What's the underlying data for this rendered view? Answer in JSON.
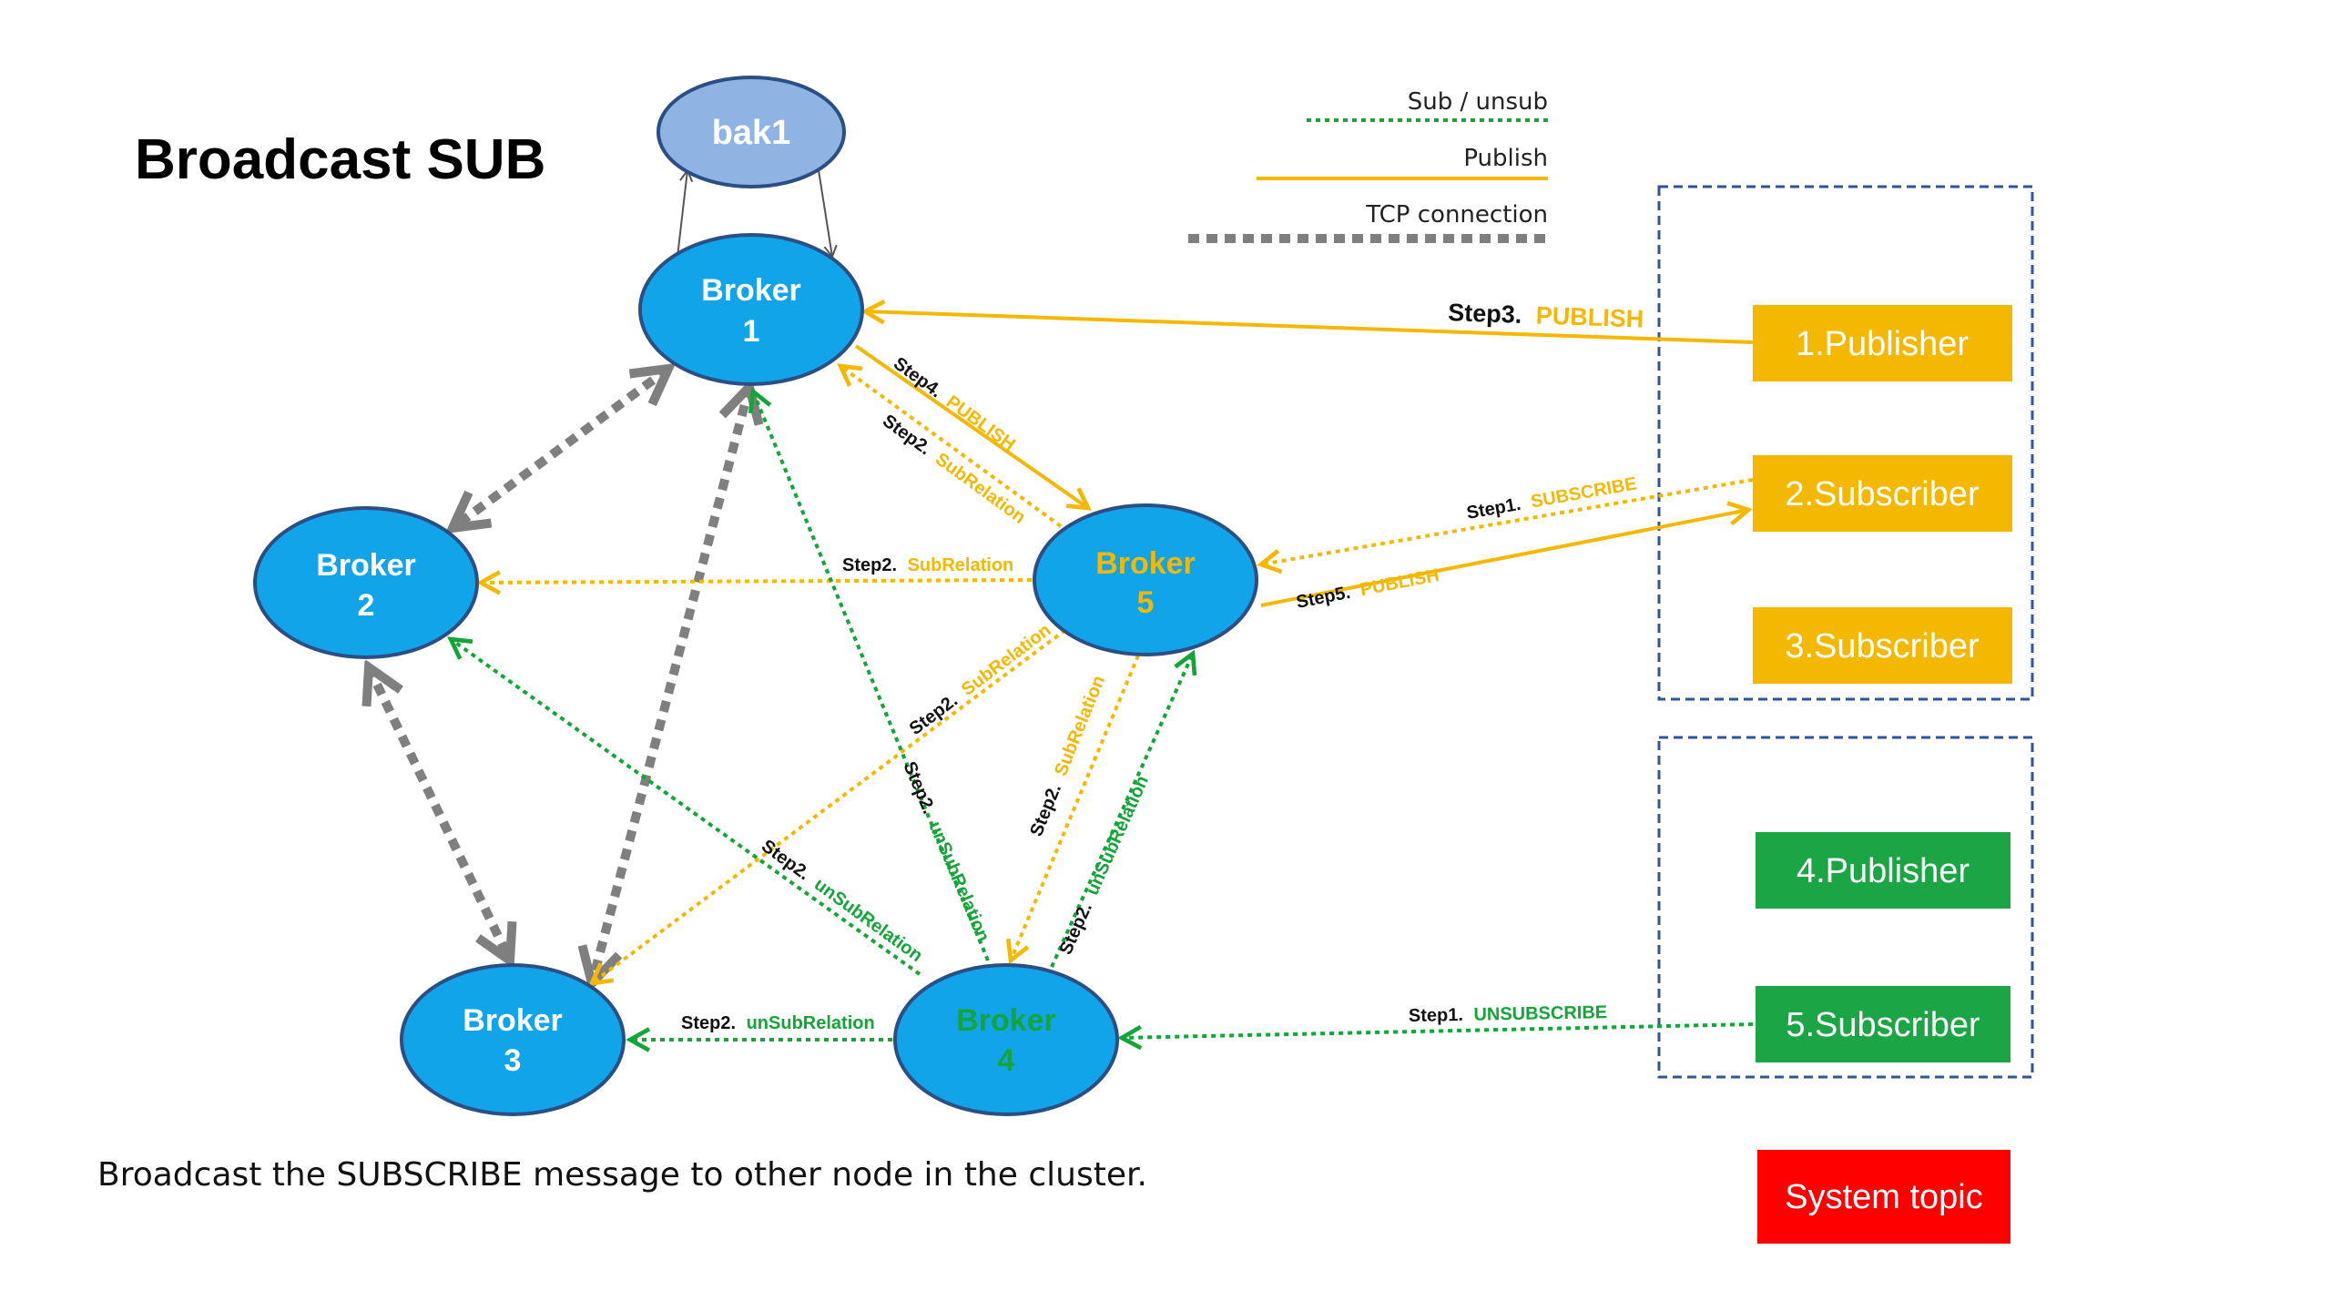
{
  "title": "Broadcast SUB",
  "caption": "Broadcast the SUBSCRIBE message to other node in the cluster.",
  "colors": {
    "node_fill": "#12A4E8",
    "node_stroke": "#2B4F83",
    "bak_fill": "#8EB4E3",
    "publish": "#F5B800",
    "sub": "#13A538",
    "tcp": "#7F7F7F",
    "client_yellow": "#F5B800",
    "client_green": "#1BA545",
    "system_red": "#FF0000",
    "dashed_box": "#2F5597"
  },
  "legend": {
    "sub_unsub": "Sub / unsub",
    "publish": "Publish",
    "tcp": "TCP connection"
  },
  "nodes": {
    "bak1": "bak1",
    "broker1": {
      "line1": "Broker",
      "line2": "1"
    },
    "broker2": {
      "line1": "Broker",
      "line2": "2"
    },
    "broker3": {
      "line1": "Broker",
      "line2": "3"
    },
    "broker4": {
      "line1": "Broker",
      "line2": "4"
    },
    "broker5": {
      "line1": "Broker",
      "line2": "5"
    }
  },
  "clients": {
    "publisher1": "1.Publisher",
    "subscriber2": "2.Subscriber",
    "subscriber3": "3.Subscriber",
    "publisher4": "4.Publisher",
    "subscriber5": "5.Subscriber",
    "system_topic": "System topic"
  },
  "edge_labels": {
    "step3_prefix": "Step3.",
    "step3_action": "PUBLISH",
    "step4_prefix": "Step4.",
    "step4_action": "PUBLISH",
    "step2_prefix": "Step2.",
    "subrelation": "SubRelation",
    "unsubrelation": "unSubRelation",
    "step1_prefix": "Step1.",
    "subscribe": "SUBSCRIBE",
    "unsubscribe": "UNSUBSCRIBE",
    "step5_prefix": "Step5.",
    "step5_action": "PUBLISH"
  }
}
